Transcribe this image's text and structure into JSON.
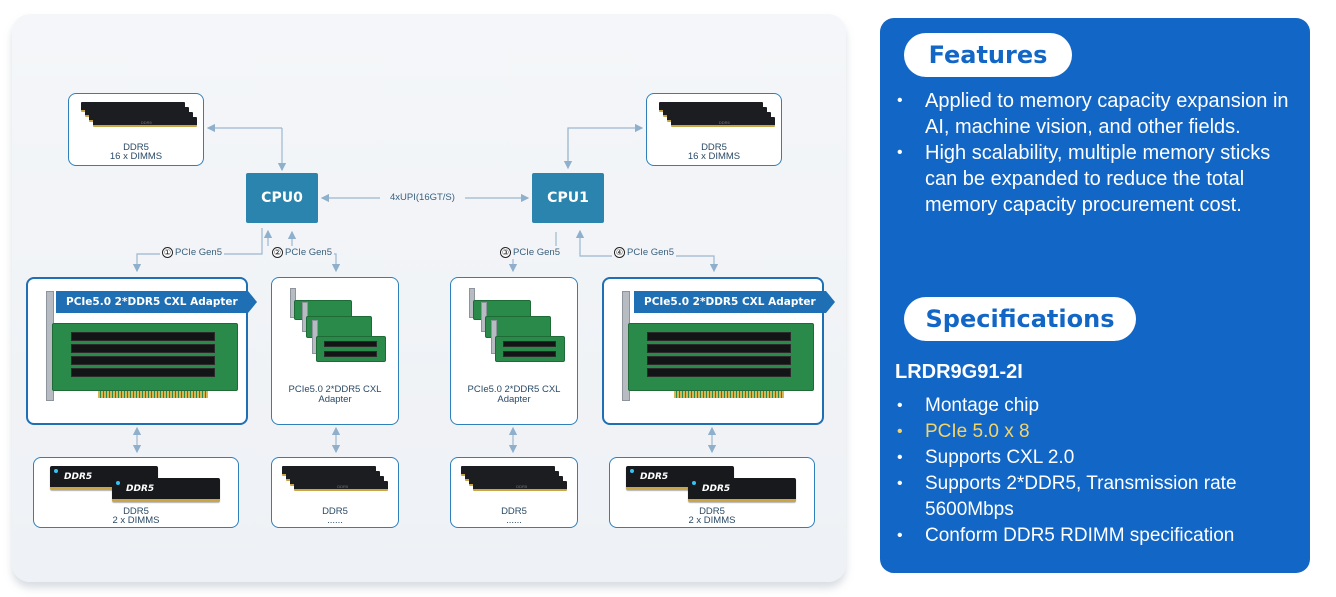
{
  "diagram": {
    "cpu0": "CPU0",
    "cpu1": "CPU1",
    "upi_label": "4xUPI(16GT/S)",
    "ddr_top_left": {
      "line1": "DDR5",
      "line2": "16 x DIMMS",
      "stick_text": "DDR5"
    },
    "ddr_top_right": {
      "line1": "DDR5",
      "line2": "16 x DIMMS",
      "stick_text": "DDR5"
    },
    "links": [
      {
        "num": "①",
        "label": "PCIe Gen5"
      },
      {
        "num": "②",
        "label": "PCIe Gen5"
      },
      {
        "num": "③",
        "label": "PCIe Gen5"
      },
      {
        "num": "④",
        "label": "PCIe Gen5"
      }
    ],
    "adapter_tag": "PCIe5.0 2*DDR5 CXL Adapter",
    "adapter_small_caption": "PCIe5.0 2*DDR5 CXL Adapter",
    "bottom": [
      {
        "line1": "DDR5",
        "line2": "2 x DIMMS",
        "stick_text": "DDR5"
      },
      {
        "line1": "DDR5",
        "line2": "......",
        "stick_text": "DDR5"
      },
      {
        "line1": "DDR5",
        "line2": "......",
        "stick_text": "DDR5"
      },
      {
        "line1": "DDR5",
        "line2": "2 x DIMMS",
        "stick_text": "DDR5"
      }
    ]
  },
  "features": {
    "title": "Features",
    "items": [
      "Applied to memory capacity expansion in AI, machine vision, and other fields.",
      "High scalability, multiple memory sticks can be expanded to reduce the total memory capacity procurement cost."
    ]
  },
  "specifications": {
    "title": "Specifications",
    "model": "LRDR9G91-2I",
    "items": [
      "Montage  chip",
      "PCIe 5.0 x 8",
      "Supports CXL 2.0",
      "Supports 2*DDR5, Transmission rate 5600Mbps",
      "Conform DDR5  RDIMM specification"
    ],
    "highlight_color": "#f3d46a"
  },
  "colors": {
    "panel_blue": "#1266c6",
    "cpu_blue": "#2b84ad",
    "box_border": "#2f7fba"
  }
}
